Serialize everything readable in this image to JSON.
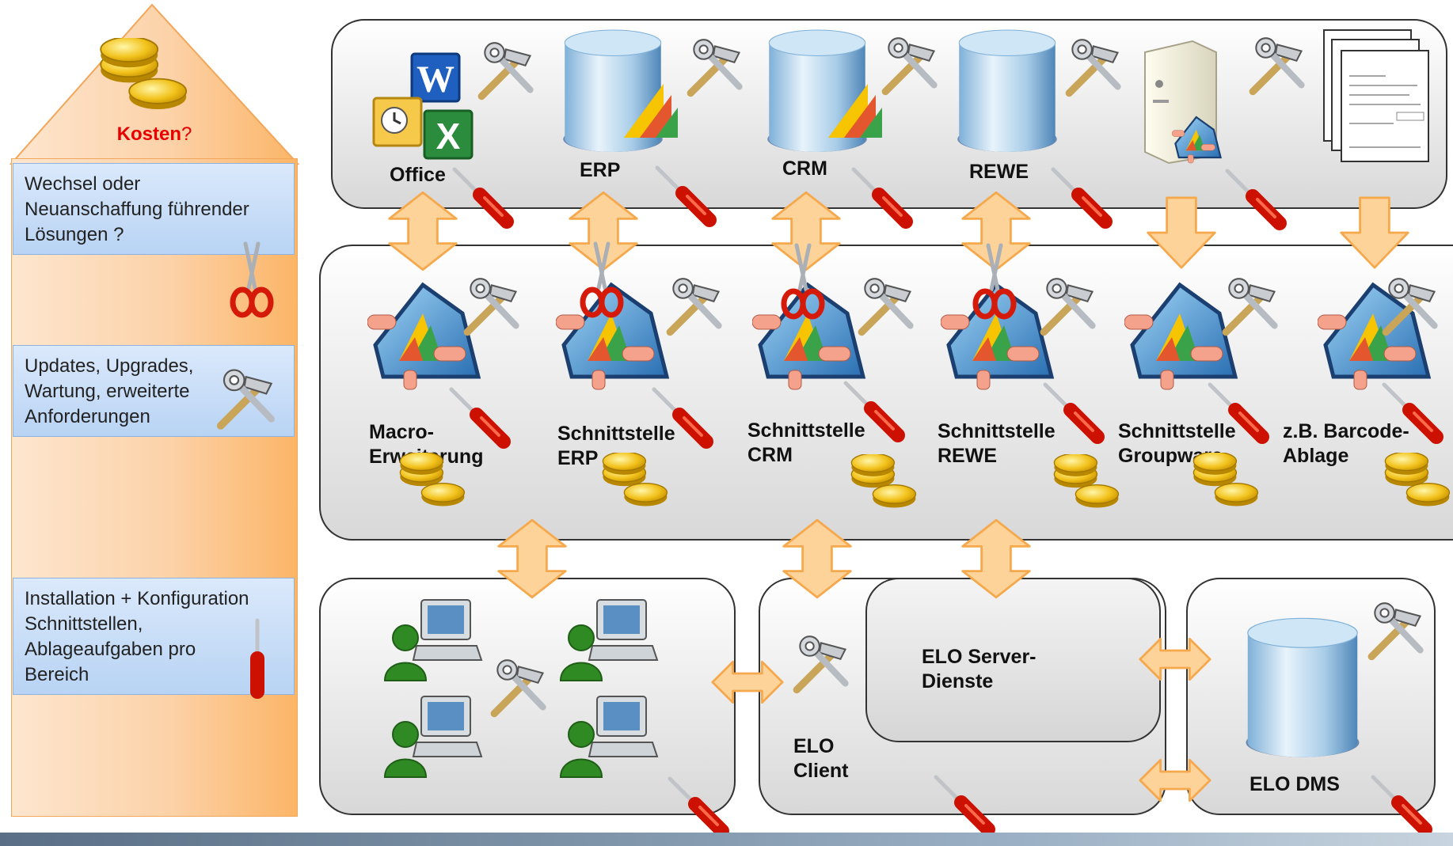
{
  "left_house": {
    "costs_label": "Kosten",
    "costs_suffix": "?",
    "notes": [
      "Wechsel oder Neuanschaffung führender Lösungen ?",
      "Updates, Upgrades, Wartung, erweiterte Anforderungen",
      "Installation + Konfiguration Schnittstellen, Ablageaufgaben pro Bereich"
    ]
  },
  "top_row": {
    "systems": [
      {
        "label": "Office"
      },
      {
        "label": "ERP"
      },
      {
        "label": "CRM"
      },
      {
        "label": "REWE"
      },
      {
        "label": ""
      },
      {
        "label": ""
      }
    ]
  },
  "middle_row": {
    "interfaces": [
      {
        "line1": "Macro-",
        "line2": "Erweiterung"
      },
      {
        "line1": "Schnittstelle",
        "line2": "ERP"
      },
      {
        "line1": "Schnittstelle",
        "line2": "CRM"
      },
      {
        "line1": "Schnittstelle",
        "line2": "REWE"
      },
      {
        "line1": "Schnittstelle",
        "line2": "Groupware"
      },
      {
        "line1": "z.B. Barcode-",
        "line2": "Ablage"
      }
    ]
  },
  "bottom_row": {
    "elo_client_line1": "ELO",
    "elo_client_line2": "Client",
    "elo_server_line1": "ELO Server-",
    "elo_server_line2": "Dienste",
    "elo_dms": "ELO DMS"
  },
  "colors": {
    "arrow_fill": "#fdd39a",
    "arrow_stroke": "#f6a84c",
    "note_fill": "#c9def7",
    "costs_red": "#e60000",
    "screwdriver_red": "#cc1100",
    "coin_gold": "#f2c21b"
  },
  "icons": [
    "tools-icon",
    "screwdriver-icon",
    "scissors-icon",
    "coins-icon",
    "database-icon",
    "elo-icon",
    "word-icon",
    "excel-icon",
    "outlook-icon",
    "server-icon",
    "document-stack-icon",
    "user-computer-icon"
  ]
}
